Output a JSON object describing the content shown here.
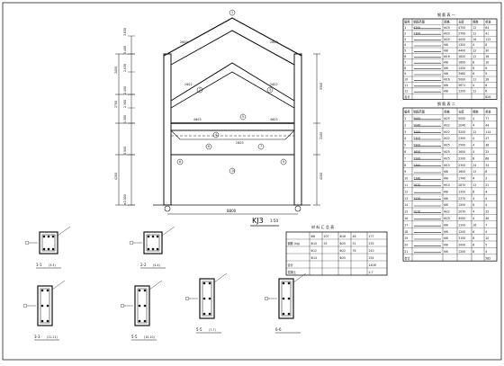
{
  "frame": {
    "title": "KJ3",
    "scale": "1:50",
    "top_label": "",
    "vertical_dims": [
      "3.630",
      "3.400",
      "2.830",
      "2.400",
      "2.300",
      "1.380",
      "0.900",
      "±0.000"
    ],
    "dims_left": [
      "2400",
      "2700",
      "4200"
    ],
    "dims_right": [
      "3300",
      "2100",
      "4200"
    ],
    "bottom_dim": "8800",
    "beam_labels": [
      "2Φ20",
      "2Φ20",
      "2Φ22",
      "2Φ22",
      "4Φ25",
      "2Φ25",
      "4Φ25"
    ],
    "markers": [
      "1",
      "2",
      "3",
      "4",
      "5",
      "6",
      "7",
      "8",
      "9",
      "10"
    ]
  },
  "sections": [
    {
      "id": "s1",
      "label": "1-1",
      "sub": "(3-3)"
    },
    {
      "id": "s2",
      "label": "2-2",
      "sub": "(4-4)"
    },
    {
      "id": "s3",
      "label": "3-3",
      "sub": "(11-11)"
    },
    {
      "id": "s4",
      "label": "5-5",
      "sub": "(10-10)"
    },
    {
      "id": "s5",
      "label": "5-5",
      "sub": "(7-7)"
    },
    {
      "id": "s6",
      "label": "6-6",
      "sub": ""
    }
  ],
  "table1": {
    "title": "钢 筋 表 一",
    "headers": [
      "编号",
      "钢筋简图",
      "规格",
      "长度",
      "根数",
      "重量"
    ],
    "rows": [
      [
        "1",
        "4700",
        "Φ20",
        "4700",
        "12",
        "64"
      ],
      [
        "2",
        "2700",
        "Φ20",
        "2700",
        "12",
        "41"
      ],
      [
        "3",
        "",
        "Φ20",
        "4000",
        "16",
        "122"
      ],
      [
        "4",
        "",
        "Φ8",
        "1300",
        "4",
        "8"
      ],
      [
        "5",
        "",
        "Φ8",
        "4400",
        "12",
        "30"
      ],
      [
        "6",
        "",
        "Φ16",
        "1820",
        "12",
        "18"
      ],
      [
        "7",
        "",
        "Φ8",
        "1600",
        "8",
        "10"
      ],
      [
        "8",
        "",
        "Φ8",
        "1450",
        "8",
        "6"
      ],
      [
        "9",
        "",
        "Φ8",
        "3980",
        "6",
        "9"
      ],
      [
        "10",
        "",
        "Φ16",
        "5000",
        "12",
        "28"
      ],
      [
        "11",
        "",
        "Φ8",
        "3671",
        "4",
        "6"
      ],
      [
        "12",
        "",
        "Φ8",
        "1200",
        "12",
        "6"
      ]
    ],
    "total": "826"
  },
  "table2": {
    "title": "钢 筋 表 二",
    "headers": [
      "编号",
      "钢筋简图",
      "规格",
      "长度",
      "根数",
      "重量"
    ],
    "rows": [
      [
        "1",
        "5000",
        "Φ25",
        "5000",
        "4",
        "77"
      ],
      [
        "2",
        "2040",
        "Φ22",
        "2040",
        "4",
        "44"
      ],
      [
        "3",
        "3200",
        "Φ22",
        "3200",
        "12",
        "114"
      ],
      [
        "4",
        "2300",
        "Φ22",
        "2300",
        "4",
        "27"
      ],
      [
        "5",
        "2500",
        "Φ25",
        "2500",
        "4",
        "38"
      ],
      [
        "6",
        "1650",
        "Φ25",
        "1650",
        "4",
        "25"
      ],
      [
        "7",
        "2200",
        "Φ25",
        "2200",
        "8",
        "68"
      ],
      [
        "8",
        "2300",
        "Φ10",
        "2300",
        "24",
        "34"
      ],
      [
        "9",
        "",
        "Φ8",
        "1600",
        "12",
        "8"
      ],
      [
        "10",
        "1740",
        "Φ8",
        "1740",
        "4",
        "3"
      ],
      [
        "11",
        "2870",
        "Φ10",
        "2870",
        "12",
        "21"
      ],
      [
        "12",
        "",
        "Φ8",
        "1320",
        "8",
        "4"
      ],
      [
        "13",
        "2370",
        "Φ8",
        "2370",
        "4",
        "4"
      ],
      [
        "14",
        "",
        "Φ8",
        "1500",
        "6",
        "4"
      ],
      [
        "15",
        "2070",
        "Φ22",
        "2070",
        "4",
        "25"
      ],
      [
        "16",
        "",
        "Φ25",
        "3000",
        "4",
        "46"
      ],
      [
        "17",
        "",
        "Φ8",
        "1100",
        "16",
        "7"
      ],
      [
        "18",
        "",
        "Φ8",
        "1200",
        "8",
        "4"
      ],
      [
        "19",
        "",
        "Φ8",
        "3100",
        "8",
        "10"
      ],
      [
        "20",
        "",
        "Φ8",
        "2000",
        "6",
        "5"
      ],
      [
        "21",
        "",
        "Φ8",
        "1200",
        "8",
        "4"
      ]
    ],
    "total": "582"
  },
  "summary": {
    "title": "材 料 汇 总 表",
    "rows": [
      [
        "",
        "Φ8",
        "207",
        "Φ16",
        "46",
        "177"
      ],
      [
        "钢筋 (kg)",
        "Φ10",
        "55",
        "Φ20",
        "51",
        "235"
      ],
      [
        "",
        "Φ12",
        "",
        "Φ22",
        "76",
        "210"
      ],
      [
        "",
        "Φ14",
        "",
        "Φ25",
        "",
        "254"
      ],
      [
        "合计",
        "",
        "",
        "",
        "",
        "1408"
      ],
      [
        "混凝土",
        "",
        "",
        "",
        "",
        "2.7"
      ]
    ]
  }
}
